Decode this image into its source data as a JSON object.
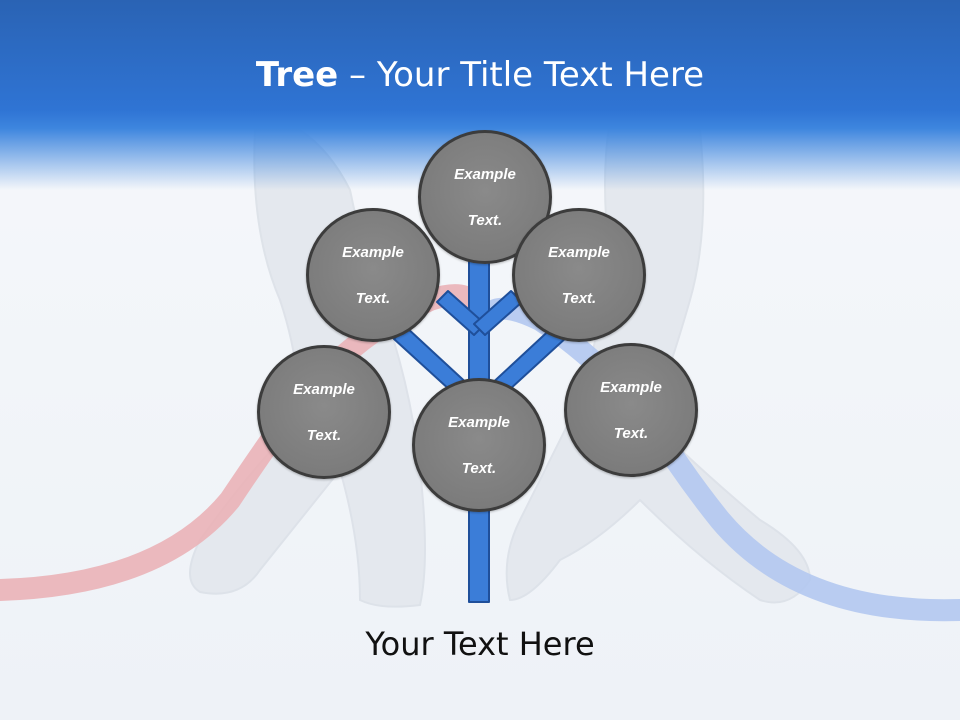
{
  "slide": {
    "title_bold": "Tree",
    "title_rest": " – Your Title Text Here",
    "footer_text": "Your Text Here"
  },
  "diagram": {
    "type": "tree",
    "nodes": [
      {
        "id": "top",
        "line1": "Example",
        "line2": "Text."
      },
      {
        "id": "upper-left",
        "line1": "Example",
        "line2": "Text."
      },
      {
        "id": "upper-right",
        "line1": "Example",
        "line2": "Text."
      },
      {
        "id": "lower-left",
        "line1": "Example",
        "line2": "Text."
      },
      {
        "id": "center",
        "line1": "Example",
        "line2": "Text."
      },
      {
        "id": "lower-right",
        "line1": "Example",
        "line2": "Text."
      }
    ]
  },
  "colors": {
    "header_blue": "#2f74d4",
    "branch_blue": "#3b7dd8",
    "branch_outline": "#1f4f9a",
    "node_gray": "#7f7f7f",
    "node_border": "#3c3c3c",
    "cable_red": "#e8a0a6",
    "cable_blue": "#9bb8ec"
  }
}
